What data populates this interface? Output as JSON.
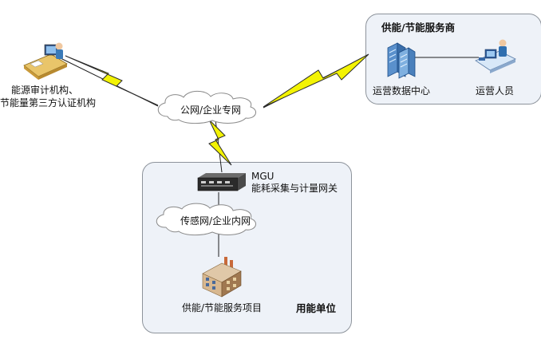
{
  "audit": {
    "line1": "能源审计机构、",
    "line2": "节能量第三方认证机构"
  },
  "provider": {
    "title": "供能/节能服务商",
    "datacenter_label": "运营数据中心",
    "staff_label": "运营人员"
  },
  "public_network": {
    "label": "公网/企业专网"
  },
  "consumer": {
    "title": "用能单位",
    "gateway_name": "MGU",
    "gateway_desc": "能耗采集与计量网关",
    "sensor_network": "传感网/企业内网",
    "project_label": "供能/节能服务项目"
  },
  "colors": {
    "lightning_fill": "#f3f304",
    "lightning_stroke": "#2b2b2b",
    "panel_fill": "#eef2f8",
    "panel_border": "#8d939b",
    "cloud_fill": "#ffffff",
    "cloud_stroke": "#8a8a8a",
    "link_line": "#1f1f1f"
  },
  "icons": {
    "audit": "office-desk-computer-icon",
    "datacenter": "server-building-icon",
    "staff": "operator-workstation-icon",
    "gateway": "rack-gateway-device-icon",
    "project": "factory-icon"
  }
}
